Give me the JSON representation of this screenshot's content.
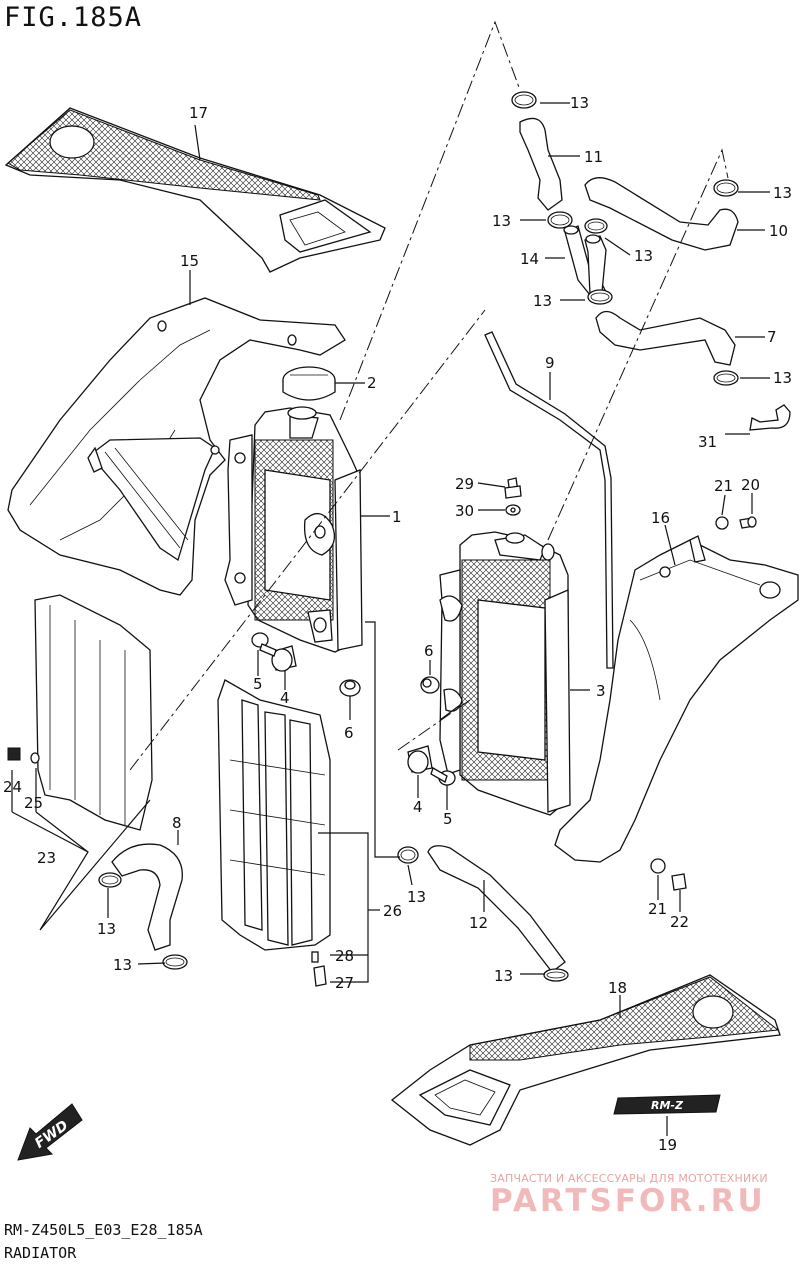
{
  "figure": {
    "title": "FIG.185A",
    "code": "RM-Z450L5_E03_E28_185A",
    "name": "RADIATOR"
  },
  "watermark": {
    "line1": "ЗАПЧАСТИ И АКСЕССУАРЫ ДЛЯ МОТОТЕХНИКИ",
    "line2": "PARTSFOR.RU"
  },
  "callouts": [
    {
      "id": "c1",
      "label": "1"
    },
    {
      "id": "c2",
      "label": "2"
    },
    {
      "id": "c3",
      "label": "3"
    },
    {
      "id": "c4a",
      "label": "4"
    },
    {
      "id": "c4b",
      "label": "4"
    },
    {
      "id": "c5a",
      "label": "5"
    },
    {
      "id": "c5b",
      "label": "5"
    },
    {
      "id": "c6a",
      "label": "6"
    },
    {
      "id": "c6b",
      "label": "6"
    },
    {
      "id": "c7",
      "label": "7"
    },
    {
      "id": "c8",
      "label": "8"
    },
    {
      "id": "c9",
      "label": "9"
    },
    {
      "id": "c10",
      "label": "10"
    },
    {
      "id": "c11",
      "label": "11"
    },
    {
      "id": "c13a",
      "label": "13"
    },
    {
      "id": "c13b",
      "label": "13"
    },
    {
      "id": "c13c",
      "label": "13"
    },
    {
      "id": "c13d",
      "label": "13"
    },
    {
      "id": "c13e",
      "label": "13"
    },
    {
      "id": "c13f",
      "label": "13"
    },
    {
      "id": "c13g",
      "label": "13"
    },
    {
      "id": "c13h",
      "label": "13"
    },
    {
      "id": "c13i",
      "label": "13"
    },
    {
      "id": "c13j",
      "label": "13"
    },
    {
      "id": "c13k",
      "label": "13"
    },
    {
      "id": "c12",
      "label": "12"
    },
    {
      "id": "c14",
      "label": "14"
    },
    {
      "id": "c15",
      "label": "15"
    },
    {
      "id": "c16",
      "label": "16"
    },
    {
      "id": "c17",
      "label": "17"
    },
    {
      "id": "c18",
      "label": "18"
    },
    {
      "id": "c19",
      "label": "19"
    },
    {
      "id": "c20",
      "label": "20"
    },
    {
      "id": "c21a",
      "label": "21"
    },
    {
      "id": "c21b",
      "label": "21"
    },
    {
      "id": "c22",
      "label": "22"
    },
    {
      "id": "c23",
      "label": "23"
    },
    {
      "id": "c24",
      "label": "24"
    },
    {
      "id": "c25",
      "label": "25"
    },
    {
      "id": "c26",
      "label": "26"
    },
    {
      "id": "c27",
      "label": "27"
    },
    {
      "id": "c28",
      "label": "28"
    },
    {
      "id": "c29",
      "label": "29"
    },
    {
      "id": "c30",
      "label": "30"
    },
    {
      "id": "c31",
      "label": "31"
    }
  ],
  "badges": {
    "fwd": "FWD",
    "emblem": "RM-Z"
  }
}
